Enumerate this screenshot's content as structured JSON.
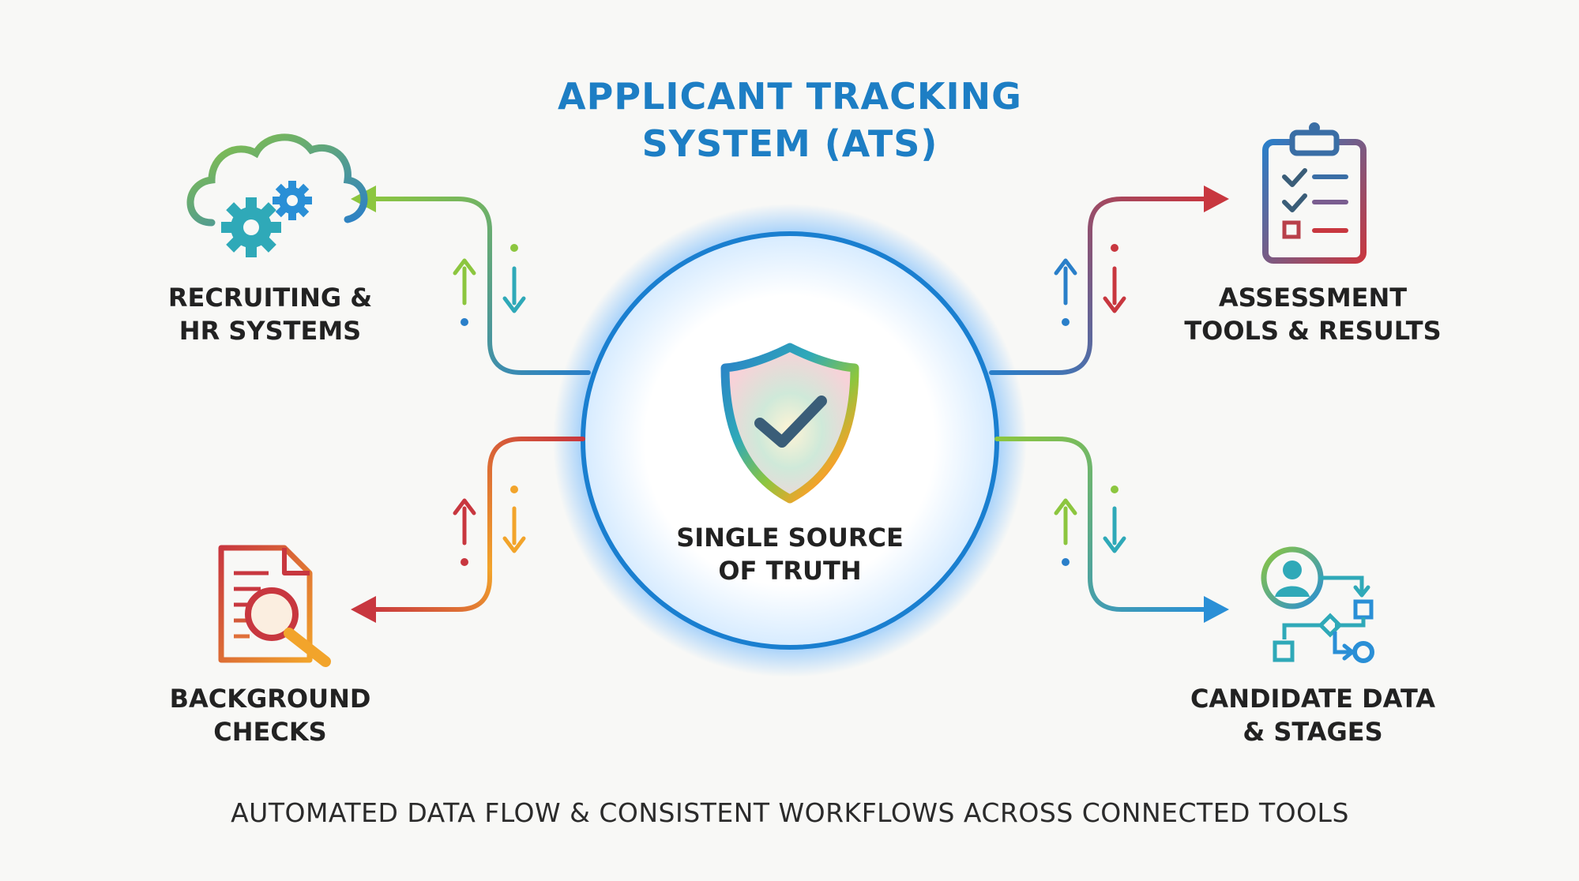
{
  "title": {
    "line1": "APPLICANT TRACKING",
    "line2": "SYSTEM (ATS)"
  },
  "center": {
    "line1": "SINGLE SOURCE",
    "line2": "OF TRUTH",
    "icon": "shield-check-icon"
  },
  "nodes": {
    "recruiting": {
      "line1": "RECRUITING &",
      "line2": "HR SYSTEMS",
      "icon": "cloud-gears-icon"
    },
    "assessment": {
      "line1": "ASSESSMENT",
      "line2": "TOOLS & RESULTS",
      "icon": "clipboard-checklist-icon"
    },
    "background": {
      "line1": "BACKGROUND",
      "line2": "CHECKS",
      "icon": "document-search-icon"
    },
    "candidate": {
      "line1": "CANDIDATE DATA",
      "line2": "& STAGES",
      "icon": "user-workflow-icon"
    }
  },
  "footer": "AUTOMATED DATA FLOW & CONSISTENT WORKFLOWS ACROSS CONNECTED TOOLS",
  "colors": {
    "title": "#1d7ec4",
    "circle": "#1a7fd0",
    "green": "#8cc63f",
    "teal": "#2fa9b8",
    "blue": "#2a7fc9",
    "red": "#c8373f",
    "orange": "#f2a42b"
  }
}
